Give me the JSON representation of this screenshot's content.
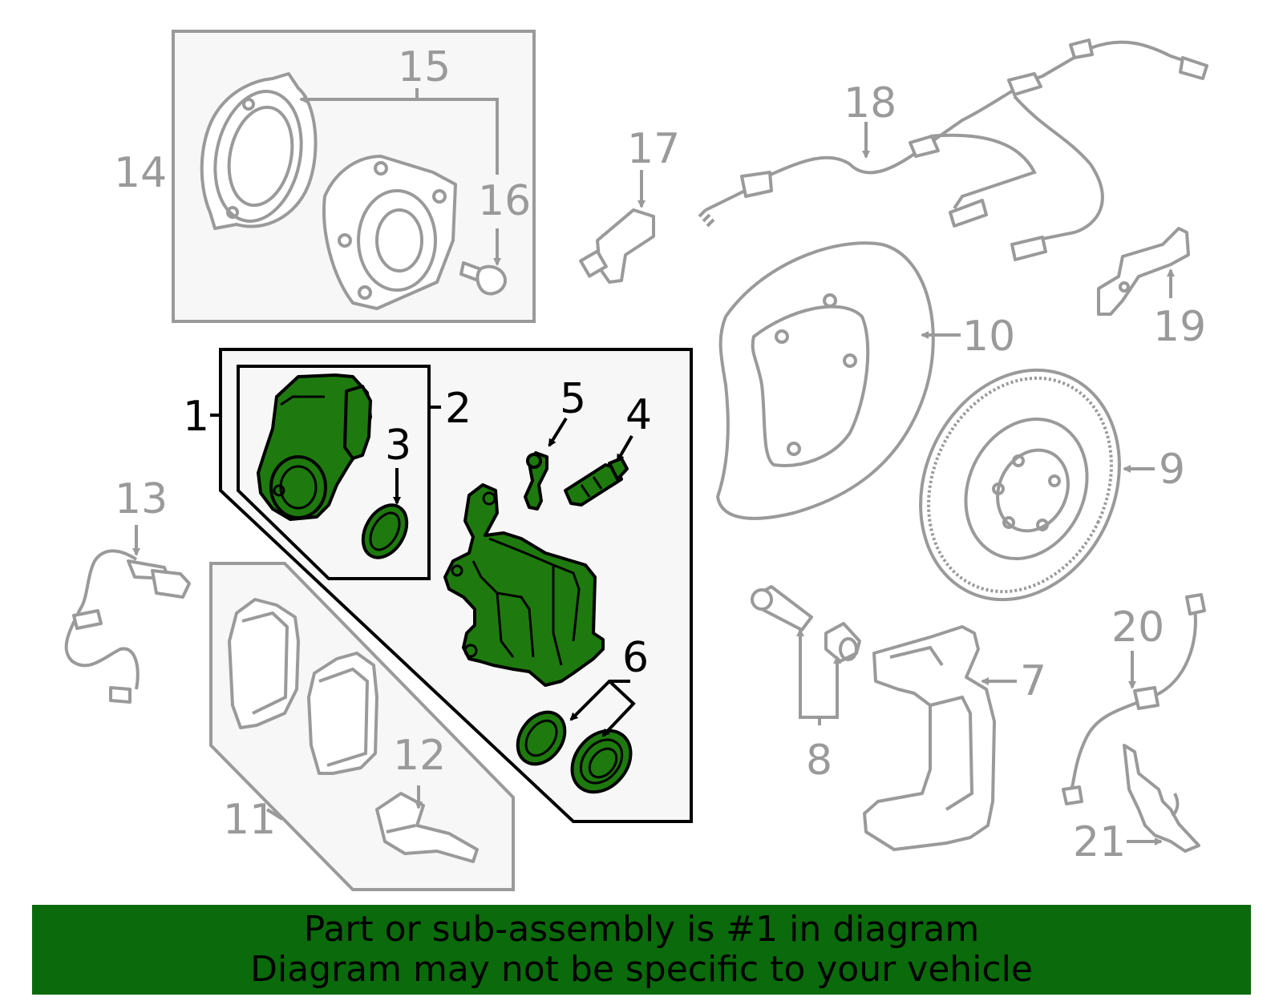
{
  "diagram": {
    "callouts": {
      "c1": "1",
      "c2": "2",
      "c3": "3",
      "c4": "4",
      "c5": "5",
      "c6": "6",
      "c7": "7",
      "c8": "8",
      "c9": "9",
      "c10": "10",
      "c11": "11",
      "c12": "12",
      "c13": "13",
      "c14": "14",
      "c15": "15",
      "c16": "16",
      "c17": "17",
      "c18": "18",
      "c19": "19",
      "c20": "20",
      "c21": "21"
    },
    "colors": {
      "highlight": "#1e7a0e",
      "banner": "#0b6a0b",
      "part_outline": "#9a9a9a"
    }
  },
  "banner": {
    "line1": "Part or sub-assembly is #1 in diagram",
    "line2": "Diagram may not be specific to your vehicle"
  }
}
